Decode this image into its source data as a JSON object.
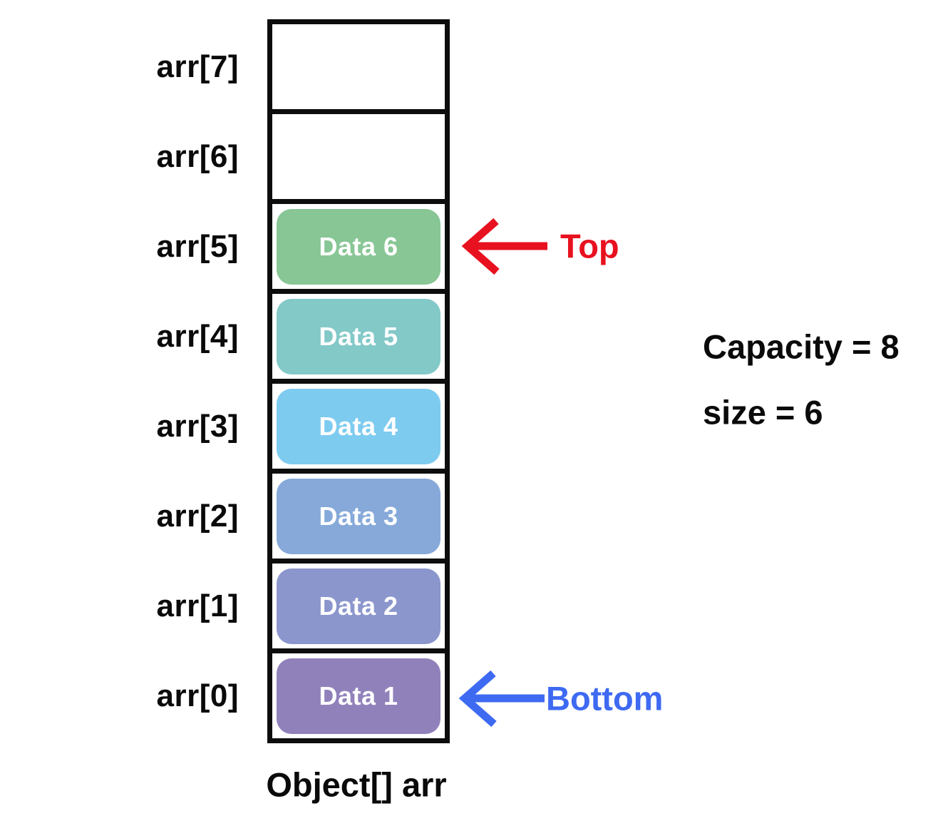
{
  "diagram": {
    "caption": "Object[] arr",
    "cells": [
      {
        "index_label": "arr[7]",
        "content": null,
        "color": null
      },
      {
        "index_label": "arr[6]",
        "content": null,
        "color": null
      },
      {
        "index_label": "arr[5]",
        "content": "Data 6",
        "color": "#88c695"
      },
      {
        "index_label": "arr[4]",
        "content": "Data 5",
        "color": "#82c9c8"
      },
      {
        "index_label": "arr[3]",
        "content": "Data 4",
        "color": "#7ecbf0"
      },
      {
        "index_label": "arr[2]",
        "content": "Data 3",
        "color": "#86a9d9"
      },
      {
        "index_label": "arr[1]",
        "content": "Data 2",
        "color": "#8b96cd"
      },
      {
        "index_label": "arr[0]",
        "content": "Data 1",
        "color": "#9181bb"
      }
    ]
  },
  "pointers": {
    "top": {
      "label": "Top",
      "color": "#e8111f",
      "target": "arr[5]"
    },
    "bottom": {
      "label": "Bottom",
      "color": "#3e6af2",
      "target": "arr[0]"
    }
  },
  "stats": {
    "capacity_text": "Capacity = 8",
    "size_text": "size = 6"
  }
}
